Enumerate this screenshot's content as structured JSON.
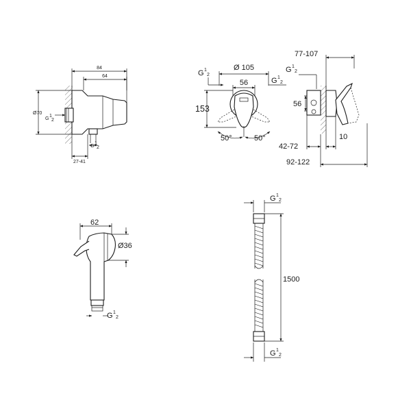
{
  "wall_outlet": {
    "dim_width_total": "84",
    "dim_width_body": "64",
    "dim_diameter": "Ø70",
    "thread_left": "G",
    "thread_left_num": "1",
    "thread_left_den": "2",
    "thread_bottom": "G",
    "thread_bottom_num": "1",
    "thread_bottom_den": "2",
    "dim_depth_range": "27-41"
  },
  "mixer_front": {
    "thread_left": "G",
    "thread_left_num": "1",
    "thread_left_den": "2",
    "dim_diameter": "Ø 105",
    "thread_right": "G",
    "thread_right_num": "1",
    "thread_right_den": "2",
    "dim_inlet_spacing": "56",
    "dim_height": "153",
    "angle_left": "50°",
    "angle_right": "50°"
  },
  "mixer_side": {
    "dim_top_range": "77-107",
    "thread_top": "G",
    "thread_top_num": "1",
    "thread_top_den": "2",
    "dim_inlet_height": "56",
    "dim_depth_range": "42-72",
    "dim_lever": "10",
    "dim_total_range": "92-122"
  },
  "hand_shower": {
    "dim_length": "62",
    "dim_diameter": "Ø36",
    "thread_bottom": "G",
    "thread_bottom_num": "1",
    "thread_bottom_den": "2"
  },
  "hose": {
    "thread_top": "G",
    "thread_top_num": "1",
    "thread_top_den": "2",
    "dim_length": "1500",
    "thread_bottom": "G",
    "thread_bottom_num": "1",
    "thread_bottom_den": "2"
  }
}
